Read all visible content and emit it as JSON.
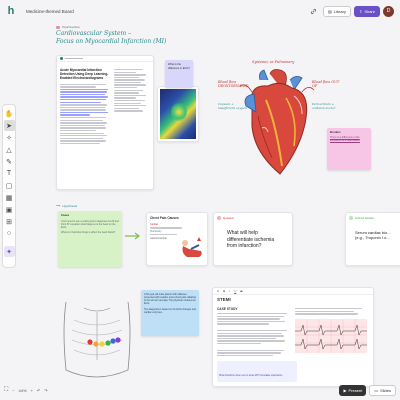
{
  "app": {
    "logo": "h",
    "board_title": "Medicine-themed Board",
    "library_label": "Library",
    "share_label": "Share",
    "avatar_initial": "D"
  },
  "colors": {
    "accent": "#6a4fc7",
    "heart_red": "#c8302b",
    "sticky_pink": "#f7c6e6",
    "sticky_green": "#d7f2c7",
    "sticky_blue": "#bde0f7",
    "sticky_lavender": "#d8d6fb"
  },
  "top_icons": [
    "link-icon",
    "library-icon",
    "share-icon"
  ],
  "toolbar": [
    "hand-icon",
    "cursor-icon",
    "magic-icon",
    "shape-icon",
    "pen-icon",
    "text-icon",
    "sticky-note-icon",
    "frame-icon",
    "image-icon",
    "table-icon",
    "circle-icon",
    "ai-icon"
  ],
  "section1": {
    "tag": "Topic/Lecture",
    "title_line1": "Cardiovascular System –",
    "title_line2": "Focus on Myocardial Infarction (MI)"
  },
  "paper": {
    "title": "Acute Myocardial Infarction Detection Using Deep Learning-Enabled Electrocardiograms"
  },
  "lavender_note": "What is the difference in ECG?",
  "heart": {
    "label_top": "Systemic vs Pulmonary",
    "label_left": "Blood flow DEOXYGENATED",
    "label_right": "Blood flow OUT OF",
    "label_left2": "Capsule + insufficient oxygen",
    "label_right2": "Pericardium + collision doctor"
  },
  "pink_note": {
    "title": "Borders",
    "body": "There is a difference in the symptoms of a heart attack"
  },
  "section2": {
    "tag": "Hypothesis"
  },
  "green_note": {
    "title": "Cases",
    "body": "You'll need to use a coding tool to diagnose the MI and think ST elevation what happens to the heart on the ECG.",
    "body2": "What is it that links things to affect the heart blood?"
  },
  "chest_pain_card": {
    "title": "Chest Pain Causes",
    "item1": "Cardiac",
    "item2": "Pulmonary",
    "item3": "Gastrointestinal"
  },
  "question_card": {
    "heading": "Question",
    "body": "What will help differentiate ischemia from infarction?"
  },
  "answer_card": {
    "heading": "Correct Answer",
    "body": "Serum cardiac bio... (e.g., Troponin I o..."
  },
  "blue_note": {
    "body": "A 52-year-old male patient with diabetes presented with sudden onset chest pain radiating to the left arm and jaw. The physician ordered an ECG.",
    "body2": "The diagnosis is based on the ECG changes and cardiac enzymes."
  },
  "doc": {
    "title": "STEMI",
    "heading": "CASE STUDY",
    "footer": "What should be done next in acute MI? Immediate reperfusion.",
    "toolbar_items": [
      "H",
      "B",
      "I",
      "U",
      "S"
    ]
  },
  "bottom": {
    "zoom": "44%",
    "present_label": "Present",
    "slides_label": "Slides"
  }
}
